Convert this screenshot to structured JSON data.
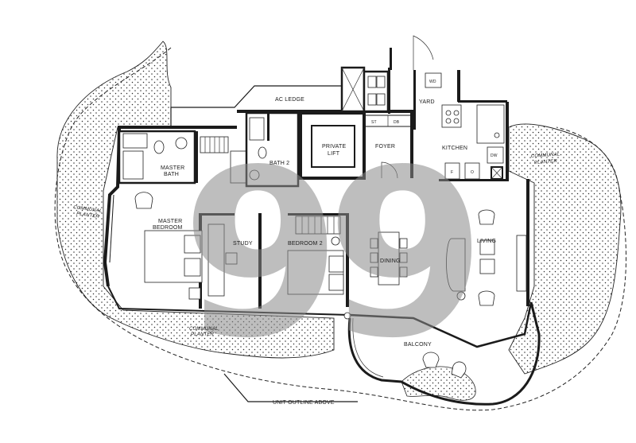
{
  "floor_plan": {
    "rooms": {
      "ac_ledge": "AC LEDGE",
      "yard": "YARD",
      "wd": "WD",
      "st": "ST",
      "db": "DB",
      "private_lift_line1": "PRIVATE",
      "private_lift_line2": "LIFT",
      "foyer": "FOYER",
      "kitchen": "KITCHEN",
      "dw": "DW",
      "f": "F",
      "o": "O",
      "master_bath_line1": "MASTER",
      "master_bath_line2": "BATH",
      "bath2": "BATH 2",
      "master_bedroom_line1": "MASTER",
      "master_bedroom_line2": "BEDROOM",
      "study": "STUDY",
      "bedroom2": "BEDROOM 2",
      "dining": "DINING",
      "living": "LIVING",
      "balcony": "BALCONY"
    },
    "planters": {
      "left_line1": "COMMUNAL",
      "left_line2": "PLANTER",
      "bottom_line1": "COMMUNAL",
      "bottom_line2": "PLANTER",
      "right_line1": "COMMUNAL",
      "right_line2": "PLANTER"
    },
    "annotation": "UNIT OUTLINE ABOVE",
    "watermark": "99",
    "colors": {
      "walls": "#1b1b1b",
      "background": "#ffffff",
      "planter_dots": "#2a2a2a",
      "watermark": "#8a8a8a"
    }
  }
}
